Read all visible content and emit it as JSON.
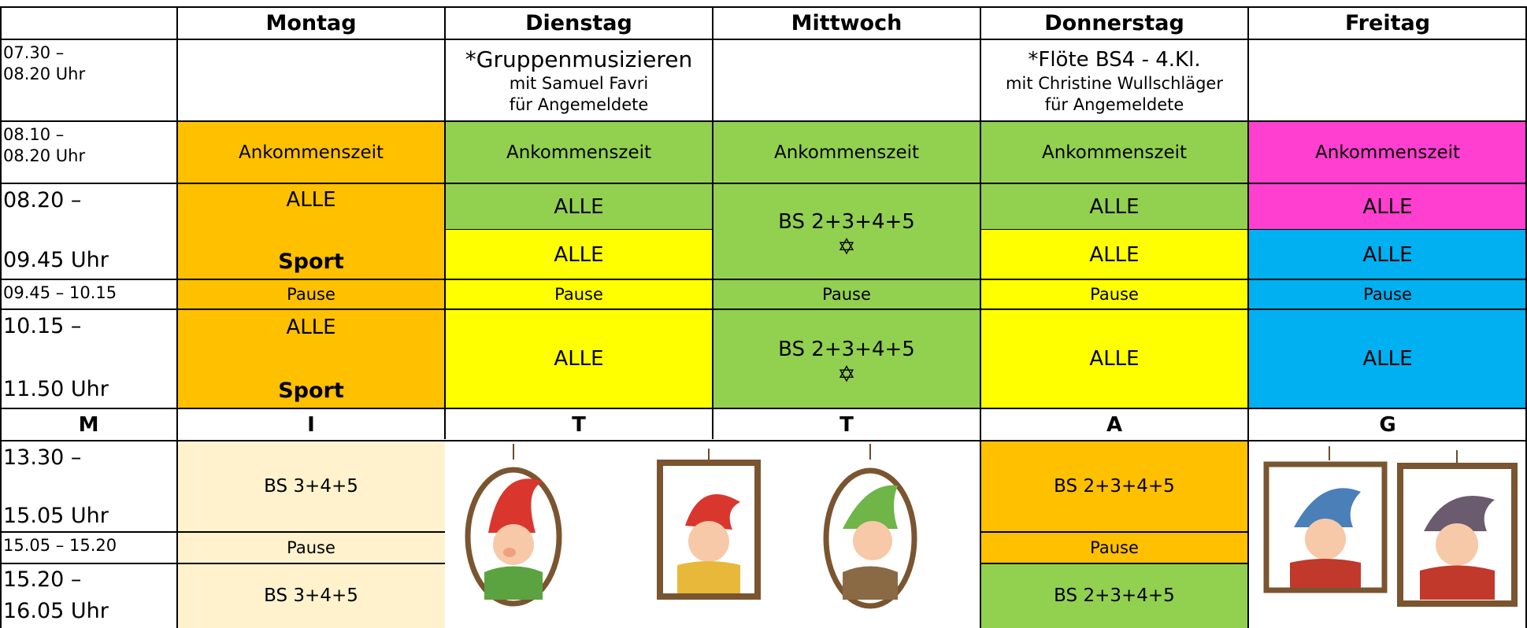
{
  "days": [
    "Montag",
    "Dienstag",
    "Mittwoch",
    "Donnerstag",
    "Freitag"
  ],
  "times": {
    "t1a": "07.30 –",
    "t1b": "08.20 Uhr",
    "t2a": "08.10 –",
    "t2b": "08.20 Uhr",
    "t3a": "08.20 –",
    "t3b": "09.45 Uhr",
    "t4": "09.45 – 10.15",
    "t5a": "10.15 –",
    "t5b": "11.50 Uhr",
    "t6a": "13.30 –",
    "t6b": "15.05 Uhr",
    "t7": "15.05 – 15.20",
    "t8a": "15.20 –",
    "t8b": "16.05 Uhr"
  },
  "early": {
    "tue_title": "*Gruppenmusizieren",
    "tue_line2": "mit Samuel Favri",
    "tue_line3": "für Angemeldete",
    "thu_title": "*Flöte BS4 - 4.Kl.",
    "thu_line2": "mit Christine Wullschläger",
    "thu_line3": "für Angemeldete"
  },
  "labels": {
    "arrival": "Ankommenszeit",
    "all": "ALLE",
    "sport": "Sport",
    "pause": "Pause",
    "bs2345": "BS 2+3+4+5",
    "bs345": "BS 3+4+5",
    "sun_icon": "✡"
  },
  "midday": [
    "M",
    "I",
    "T",
    "T",
    "A",
    "G"
  ],
  "colors": {
    "orange": "#FFC000",
    "green": "#92D050",
    "yellow": "#FFFF00",
    "pink": "#FF3FD0",
    "blue": "#00B0F0",
    "cream": "#FFF2CC"
  },
  "illustrations": [
    "gnome-red-hat-oval-frame",
    "gnome-red-hat-square-frame",
    "gnome-green-hat-oval-frame",
    "gnome-blue-hat-frame",
    "gnome-grey-hat-frame"
  ]
}
